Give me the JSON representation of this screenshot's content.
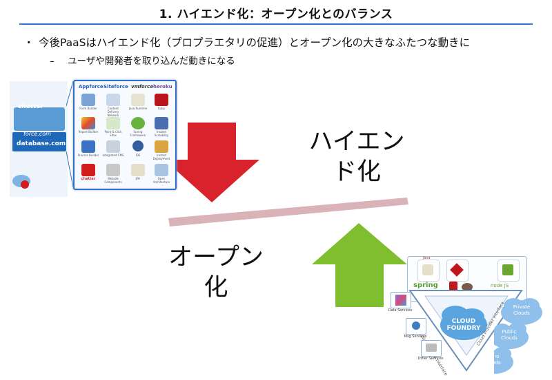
{
  "slide": {
    "title": "1. ハイエンド化：オープン化とのバランス",
    "bullet_1": "今後PaaSはハイエンド化（プロプラエタリの促進）とオープン化の大きなふたつな動きに",
    "bullet_1_marker": "・",
    "bullet_2": "ユーザや開発者を取り込んだ動きになる",
    "bullet_2_marker": "–",
    "label_high_line1": "ハイエン",
    "label_high_line2": "ド化",
    "label_open_line1": "オープン",
    "label_open_line2": "化"
  },
  "colors": {
    "title_rule": "#3b6fd8",
    "arrow_down": "#d9232c",
    "arrow_up": "#7fbf2f",
    "balance_beam": "#d9b3b8",
    "cloud": "#5aa4e0"
  },
  "salesforce_stack": {
    "chatter": "chatter",
    "force": "force.com",
    "database": "database.com"
  },
  "salesforce_grid": {
    "headers": [
      "Appforce",
      "Siteforce",
      "vmforce",
      "heroku"
    ],
    "cells": [
      [
        "Form Builder",
        "Content Delivery Network",
        "Java Runtime",
        "Ruby"
      ],
      [
        "Report Builder",
        "Point & Click Sites",
        "Spring Framework",
        "Instant Scalability"
      ],
      [
        "Process Builder",
        "Integrated CMS",
        "IDE",
        "Instant Deployment"
      ],
      [
        "chatter",
        "Website Components",
        "JPA",
        "Open Architecture"
      ]
    ]
  },
  "cloud_foundry": {
    "center_line1": "CLOUD",
    "center_line2": "FOUNDRY",
    "left_interface": "Application Service Interface",
    "right_interface": "Cloud Provider Interface",
    "services": [
      "Data Services",
      "Msg Services",
      "Other Services"
    ],
    "clouds": [
      "Private Clouds",
      "Public Clouds",
      "Micro Clouds"
    ],
    "frameworks": [
      "Java",
      "spring",
      "node JS"
    ]
  }
}
